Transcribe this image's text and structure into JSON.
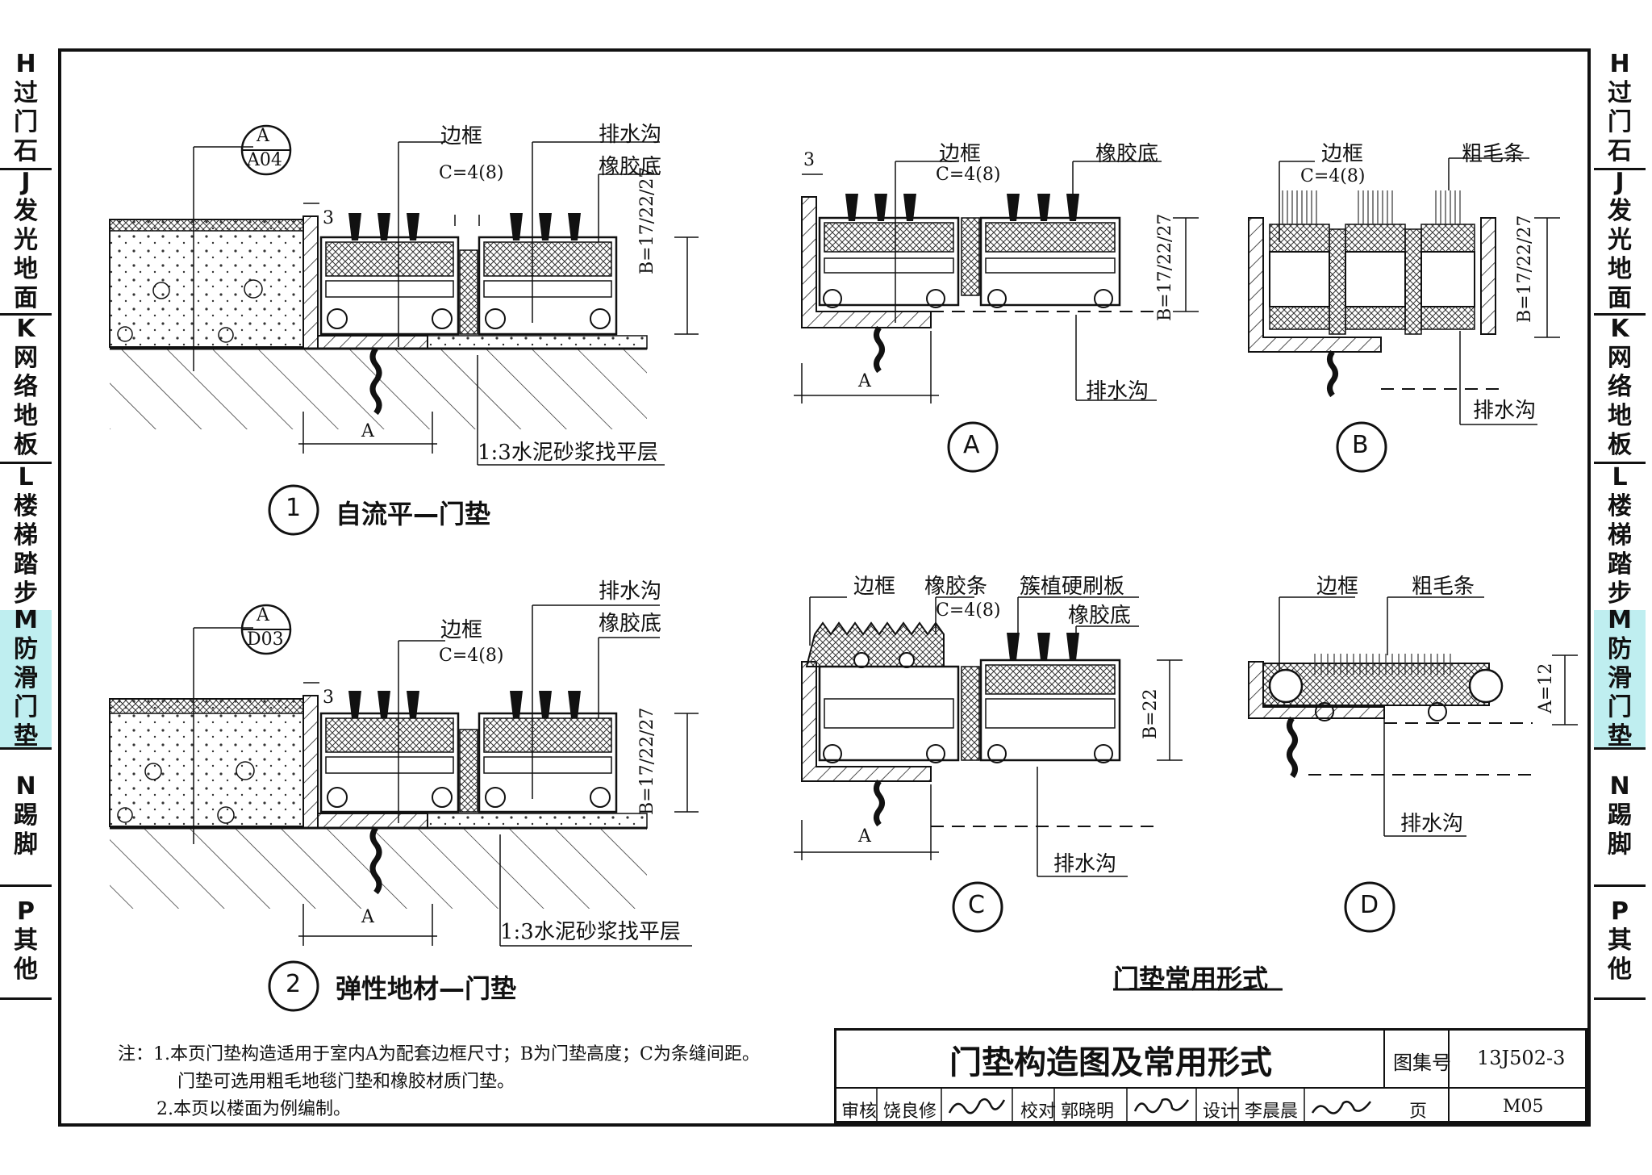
{
  "side_tabs_left": [
    {
      "letter": "H",
      "text": "过门石",
      "highlight": false
    },
    {
      "letter": "J",
      "text": "发光地面",
      "highlight": false
    },
    {
      "letter": "K",
      "text": "网络地板",
      "highlight": false
    },
    {
      "letter": "L",
      "text": "楼梯踏步",
      "highlight": false
    },
    {
      "letter": "M",
      "text": "防滑门垫",
      "highlight": true
    },
    {
      "letter": "N",
      "text": "踢脚",
      "highlight": false
    },
    {
      "letter": "P",
      "text": "其他",
      "highlight": false
    }
  ],
  "side_tabs_right": [
    {
      "letter": "H",
      "text": "过门石",
      "highlight": false
    },
    {
      "letter": "J",
      "text": "发光地面",
      "highlight": false
    },
    {
      "letter": "K",
      "text": "网络地板",
      "highlight": false
    },
    {
      "letter": "L",
      "text": "楼梯踏步",
      "highlight": false
    },
    {
      "letter": "M",
      "text": "防滑门垫",
      "highlight": true
    },
    {
      "letter": "N",
      "text": "踢脚",
      "highlight": false
    },
    {
      "letter": "P",
      "text": "其他",
      "highlight": false
    }
  ],
  "detail1": {
    "ref_top": "A",
    "ref_bottom": "A04",
    "frame": "边框",
    "drain": "排水沟",
    "rubber": "橡胶底",
    "gap": "C=4(8)",
    "three": "3",
    "height": "B=17/22/27",
    "width": "A",
    "mortar": "1:3水泥砂浆找平层",
    "num": "1",
    "title": "自流平—门垫"
  },
  "detail2": {
    "ref_top": "A",
    "ref_bottom": "D03",
    "frame": "边框",
    "drain": "排水沟",
    "rubber": "橡胶底",
    "gap": "C=4(8)",
    "three": "3",
    "height": "B=17/22/27",
    "width": "A",
    "mortar": "1:3水泥砂浆找平层",
    "num": "2",
    "title": "弹性地材—门垫"
  },
  "formA": {
    "frame": "边框",
    "rubber": "橡胶底",
    "gap": "C=4(8)",
    "three": "3",
    "height": "B=17/22/27",
    "width": "A",
    "drain": "排水沟",
    "tag": "A"
  },
  "formB": {
    "frame": "边框",
    "coarse": "粗毛条",
    "gap": "C=4(8)",
    "height": "B=17/22/27",
    "drain": "排水沟",
    "tag": "B"
  },
  "formC": {
    "frame": "边框",
    "rubber_strip": "橡胶条",
    "brush": "簇植硬刷板",
    "gap": "C=4(8)",
    "rubber": "橡胶底",
    "height": "B=22",
    "width": "A",
    "drain": "排水沟",
    "tag": "C"
  },
  "formD": {
    "frame": "边框",
    "coarse": "粗毛条",
    "height": "A=12",
    "drain": "排水沟",
    "tag": "D"
  },
  "forms_caption": "门垫常用形式",
  "notes": {
    "line1": "注：1.本页门垫构造适用于室内A为配套边框尺寸；B为门垫高度；C为条缝间距。",
    "line2": "门垫可选用粗毛地毯门垫和橡胶材质门垫。",
    "line3": "2.本页以楼面为例编制。"
  },
  "title_block": {
    "title": "门垫构造图及常用形式",
    "atlas_label": "图集号",
    "atlas_no": "13J502-3",
    "review_label": "审核",
    "reviewer": "饶良修",
    "check_label": "校对",
    "checker": "郭晓明",
    "design_label": "设计",
    "designer": "李晨晨",
    "page_label": "页",
    "page_no": "M05"
  }
}
